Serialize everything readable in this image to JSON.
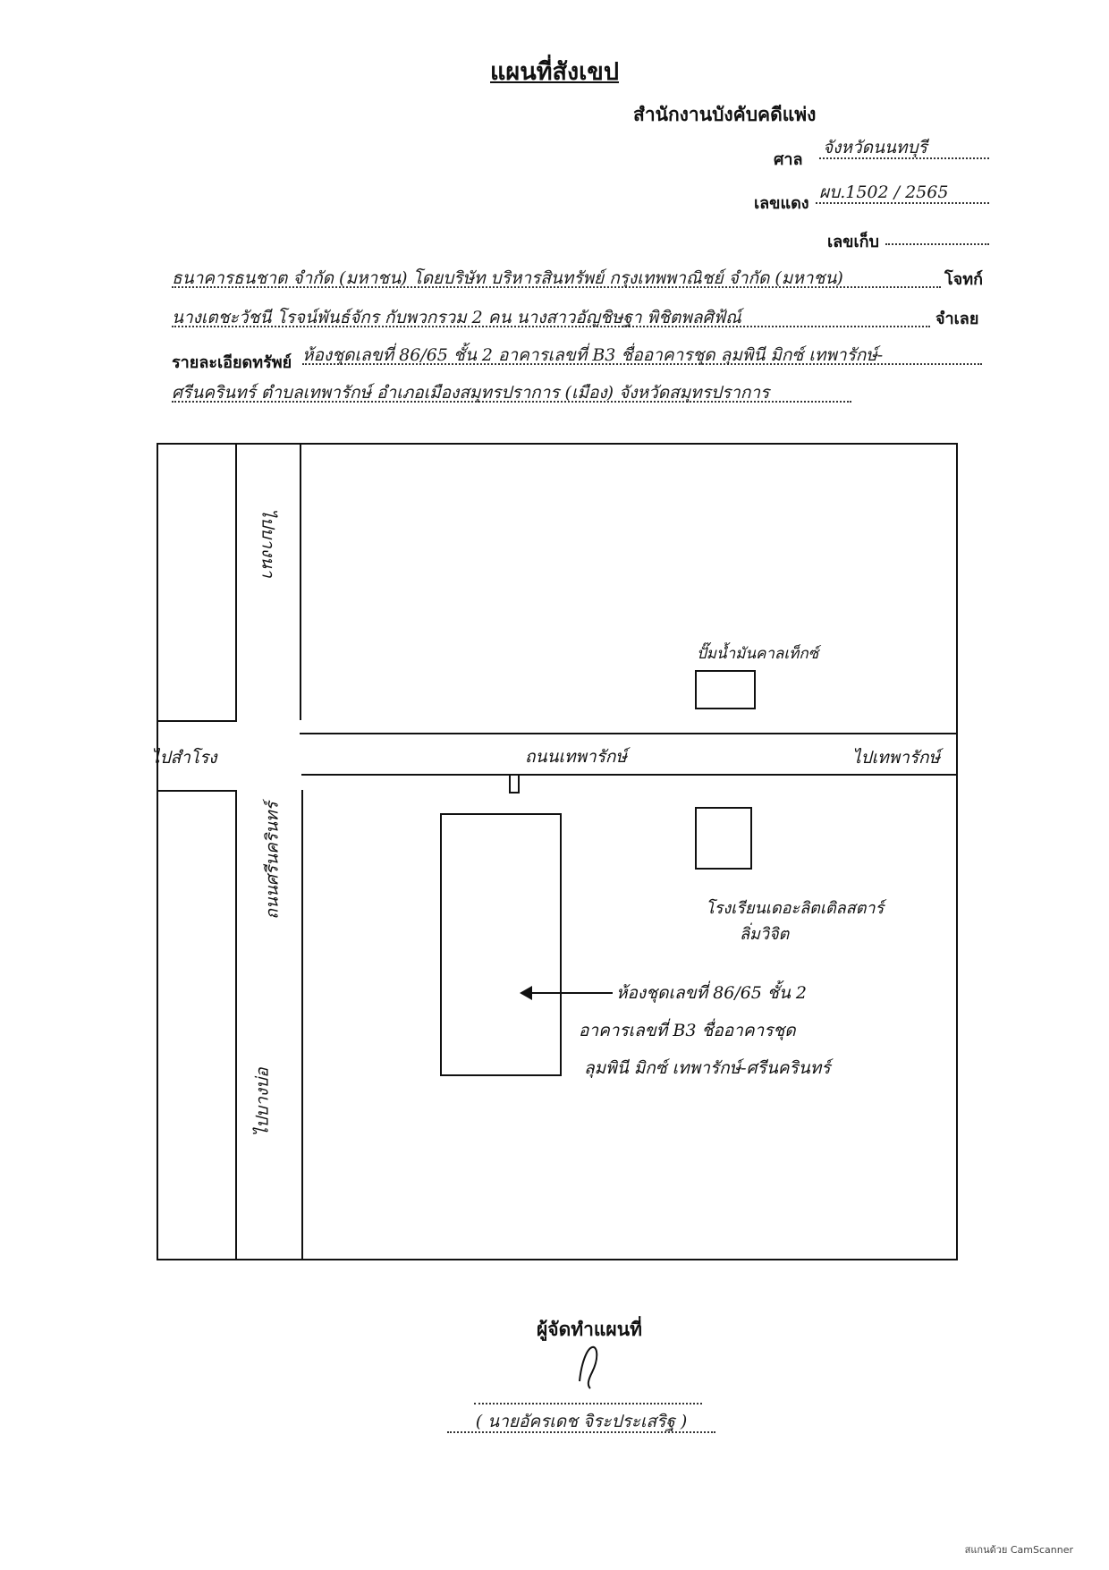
{
  "header": {
    "title": "แผนที่สังเขป",
    "office": "สำนักงานบังคับคดีแพ่ง",
    "court_label": "ศาล",
    "court_value": "จังหวัดนนทบุรี",
    "red_case_label": "เลขแดง",
    "red_case_value": "ผบ.1502 / 2565",
    "storage_label": "เลขเก็บ"
  },
  "parties": {
    "line1_text": "ธนาคารธนชาต จำกัด (มหาชน) โดยบริษัท บริหารสินทรัพย์ กรุงเทพพาณิชย์ จำกัด (มหาชน)",
    "plaintiff_label": "โจทก์",
    "line2_text": "นางเตชะวัชนี โรจน์พันธ์จักร กับพวกรวม 2 คน นางสาวอัญชิษฐา พิชิตพลศิฟ้ณ์",
    "defendant_label": "จำเลย"
  },
  "property": {
    "label": "รายละเอียดทรัพย์",
    "line1_text": "ห้องชุดเลขที่ 86/65 ชั้น 2 อาคารเลขที่ B3 ชื่ออาคารชุด ลุมพินี มิกซ์ เทพารักษ์-",
    "line2_text": "ศรีนครินทร์ ตำบลเทพารักษ์ อำเภอเมืองสมุทรปราการ (เมือง) จังหวัดสมุทรปราการ"
  },
  "map": {
    "to_bangna": "ไปบางนา",
    "to_samrong": "ไปสำโรง",
    "to_thepharak": "ไปเทพารักษ์",
    "road_thepharak": "ถนนเทพารักษ์",
    "road_srinakarin": "ถนนศรีนครินทร์",
    "to_bang_bo": "ไปบางบ่อ",
    "gas_station": "ปั๊มน้ำมันคาลเท็กซ์",
    "school": "โรงเรียนเดอะลิตเติลสตาร์",
    "school_line2": "ลิ่มวิจิต",
    "annotation_line1": "ห้องชุดเลขที่ 86/65 ชั้น 2",
    "annotation_line2": "อาคารเลขที่ B3 ชื่ออาคารชุด",
    "annotation_line3": "ลุมพินี มิกซ์ เทพารักษ์-ศรีนครินทร์"
  },
  "signature": {
    "label": "ผู้จัดทำแผนที่",
    "name": "( นายอัครเดช จิระประเสริฐ )"
  },
  "footer": {
    "scanner": "สแกนด้วย CamScanner"
  }
}
